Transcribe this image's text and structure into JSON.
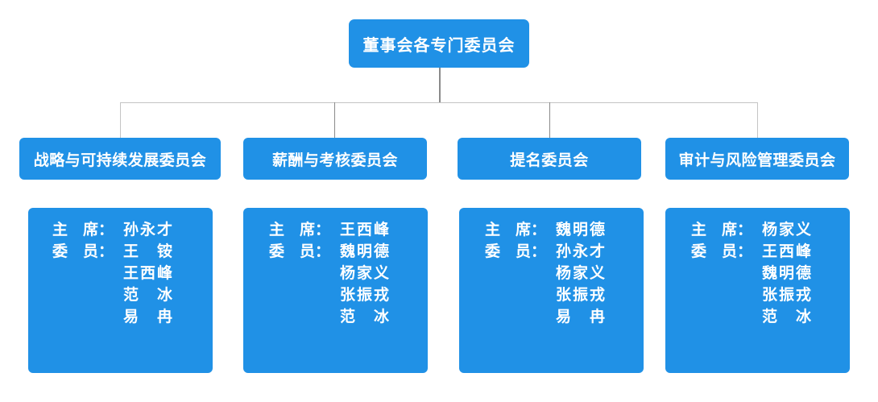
{
  "chart_title": "董事会各专门委员会",
  "theme": {
    "box_color": "#2091e6",
    "text_color": "#ffffff",
    "line_color": "#9a9a9a",
    "background": "#ffffff"
  },
  "root": {
    "label": "董事会各专门委员会"
  },
  "labels": {
    "chair": "主　席：",
    "member": "委　员：",
    "blank": "　　　　"
  },
  "committees": [
    {
      "name": "战略与可持续发展委员会",
      "chair": "孙永才",
      "members": [
        "王　铵",
        "王西峰",
        "范　冰",
        "易　冉"
      ]
    },
    {
      "name": "薪酬与考核委员会",
      "chair": "王西峰",
      "members": [
        "魏明德",
        "杨家义",
        "张振戎",
        "范　冰"
      ]
    },
    {
      "name": "提名委员会",
      "chair": "魏明德",
      "members": [
        "孙永才",
        "杨家义",
        "张振戎",
        "易　冉"
      ]
    },
    {
      "name": "审计与风险管理委员会",
      "chair": "杨家义",
      "members": [
        "王西峰",
        "魏明德",
        "张振戎",
        "范　冰"
      ]
    }
  ]
}
